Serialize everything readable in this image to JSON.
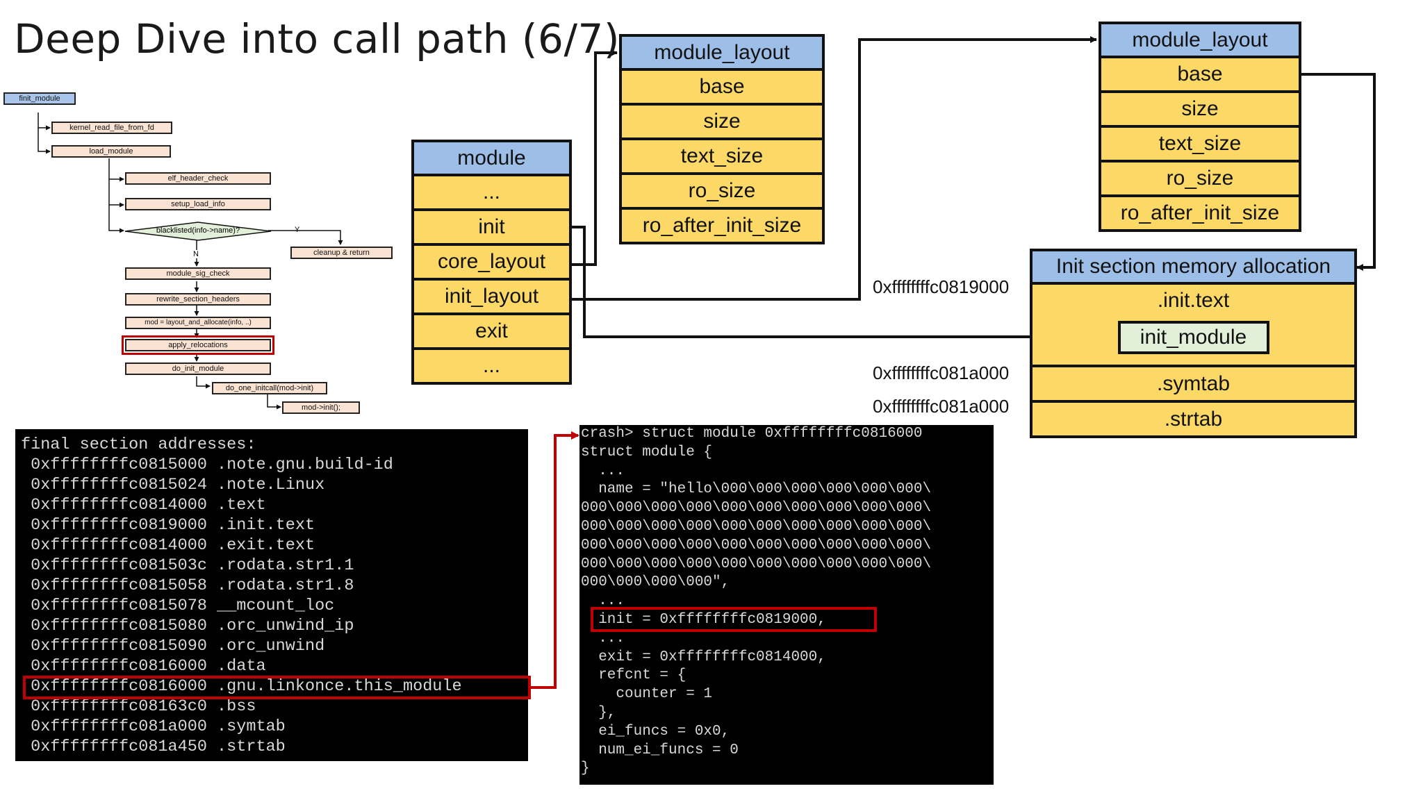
{
  "title": "Deep Dive into call path (6/7)",
  "flow": {
    "finit_module": "finit_module",
    "kernel_read_file_from_fd": "kernel_read_file_from_fd",
    "load_module": "load_module",
    "elf_header_check": "elf_header_check",
    "setup_load_info": "setup_load_info",
    "decision": "blacklisted(info->name)?",
    "yes_label": "Y",
    "no_label": "N",
    "cleanup_return": "cleanup & return",
    "module_sig_check": "module_sig_check",
    "rewrite_section_headers": "rewrite_section_headers",
    "layout_and_allocate": "mod = layout_and_allocate(info, ..)",
    "apply_relocations": "apply_relocations",
    "do_init_module": "do_init_module",
    "do_one_initcall": "do_one_initcall(mod->init)",
    "mod_init_call": "mod->init();"
  },
  "module_struct": {
    "header": "module",
    "rows": [
      "...",
      "init",
      "core_layout",
      "init_layout",
      "exit",
      "..."
    ]
  },
  "module_layout_1": {
    "header": "module_layout",
    "rows": [
      "base",
      "size",
      "text_size",
      "ro_size",
      "ro_after_init_size"
    ]
  },
  "module_layout_2": {
    "header": "module_layout",
    "rows": [
      "base",
      "size",
      "text_size",
      "ro_size",
      "ro_after_init_size"
    ]
  },
  "init_alloc": {
    "header": "Init section memory allocation",
    "init_text": ".init.text",
    "init_module": "init_module",
    "symtab": ".symtab",
    "strtab": ".strtab"
  },
  "addresses": {
    "init_text_addr": "0xffffffffc0819000",
    "symtab_addr": "0xffffffffc081a000",
    "strtab_addr": "0xffffffffc081a000"
  },
  "terminal_left": {
    "lines": [
      "final section addresses:",
      " 0xffffffffc0815000 .note.gnu.build-id",
      " 0xffffffffc0815024 .note.Linux",
      " 0xffffffffc0814000 .text",
      " 0xffffffffc0819000 .init.text",
      " 0xffffffffc0814000 .exit.text",
      " 0xffffffffc081503c .rodata.str1.1",
      " 0xffffffffc0815058 .rodata.str1.8",
      " 0xffffffffc0815078 __mcount_loc",
      " 0xffffffffc0815080 .orc_unwind_ip",
      " 0xffffffffc0815090 .orc_unwind",
      " 0xffffffffc0816000 .data",
      " 0xffffffffc0816000 .gnu.linkonce.this_module",
      " 0xffffffffc08163c0 .bss",
      " 0xffffffffc081a000 .symtab",
      " 0xffffffffc081a450 .strtab"
    ]
  },
  "terminal_right": {
    "lines": [
      "crash> struct module 0xffffffffc0816000",
      "struct module {",
      "  ...",
      "  name = \"hello\\000\\000\\000\\000\\000\\000\\",
      "000\\000\\000\\000\\000\\000\\000\\000\\000\\000\\",
      "000\\000\\000\\000\\000\\000\\000\\000\\000\\000\\",
      "000\\000\\000\\000\\000\\000\\000\\000\\000\\000\\",
      "000\\000\\000\\000\\000\\000\\000\\000\\000\\000\\",
      "000\\000\\000\\000\",",
      "  ...",
      "  init = 0xffffffffc0819000,",
      "  ...",
      "  exit = 0xffffffffc0814000,",
      "  refcnt = {",
      "    counter = 1",
      "  },",
      "  ei_funcs = 0x0,",
      "  num_ei_funcs = 0",
      "}"
    ]
  },
  "colors": {
    "header_blue": "#9dbfe7",
    "field_yellow": "#fcd967",
    "init_module_green": "#e2efd9",
    "highlight_red": "#c00000",
    "terminal_bg": "#000000"
  }
}
